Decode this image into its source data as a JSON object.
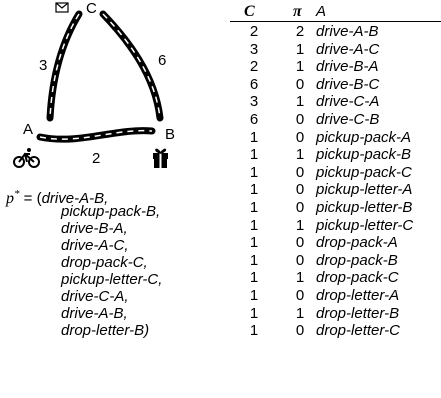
{
  "map": {
    "nodes": {
      "A": "A",
      "B": "B",
      "C": "C"
    },
    "edges": {
      "AB": "2",
      "AC": "3",
      "BC": "6"
    },
    "icons": {
      "letter": "envelope-icon",
      "truck": "bicycle-icon",
      "pack": "gift-icon"
    }
  },
  "plan": {
    "lhs": "p",
    "sup": "*",
    "eq": " = (",
    "lines": [
      "drive-A-B,",
      "pickup-pack-B,",
      "drive-B-A,",
      "drive-A-C,",
      "drop-pack-C,",
      "pickup-letter-C,",
      "drive-C-A,",
      "drive-A-B,",
      "drop-letter-B)"
    ]
  },
  "table": {
    "headers": {
      "cost": "C",
      "pi": "π",
      "action": "A"
    },
    "rows": [
      {
        "cost": "2",
        "pi": "2",
        "action": "drive-A-B"
      },
      {
        "cost": "3",
        "pi": "1",
        "action": "drive-A-C"
      },
      {
        "cost": "2",
        "pi": "1",
        "action": "drive-B-A"
      },
      {
        "cost": "6",
        "pi": "0",
        "action": "drive-B-C"
      },
      {
        "cost": "3",
        "pi": "1",
        "action": "drive-C-A"
      },
      {
        "cost": "6",
        "pi": "0",
        "action": "drive-C-B"
      },
      {
        "cost": "1",
        "pi": "0",
        "action": "pickup-pack-A"
      },
      {
        "cost": "1",
        "pi": "1",
        "action": "pickup-pack-B"
      },
      {
        "cost": "1",
        "pi": "0",
        "action": "pickup-pack-C"
      },
      {
        "cost": "1",
        "pi": "0",
        "action": "pickup-letter-A"
      },
      {
        "cost": "1",
        "pi": "0",
        "action": "pickup-letter-B"
      },
      {
        "cost": "1",
        "pi": "1",
        "action": "pickup-letter-C"
      },
      {
        "cost": "1",
        "pi": "0",
        "action": "drop-pack-A"
      },
      {
        "cost": "1",
        "pi": "0",
        "action": "drop-pack-B"
      },
      {
        "cost": "1",
        "pi": "1",
        "action": "drop-pack-C"
      },
      {
        "cost": "1",
        "pi": "0",
        "action": "drop-letter-A"
      },
      {
        "cost": "1",
        "pi": "1",
        "action": "drop-letter-B"
      },
      {
        "cost": "1",
        "pi": "0",
        "action": "drop-letter-C"
      }
    ]
  }
}
